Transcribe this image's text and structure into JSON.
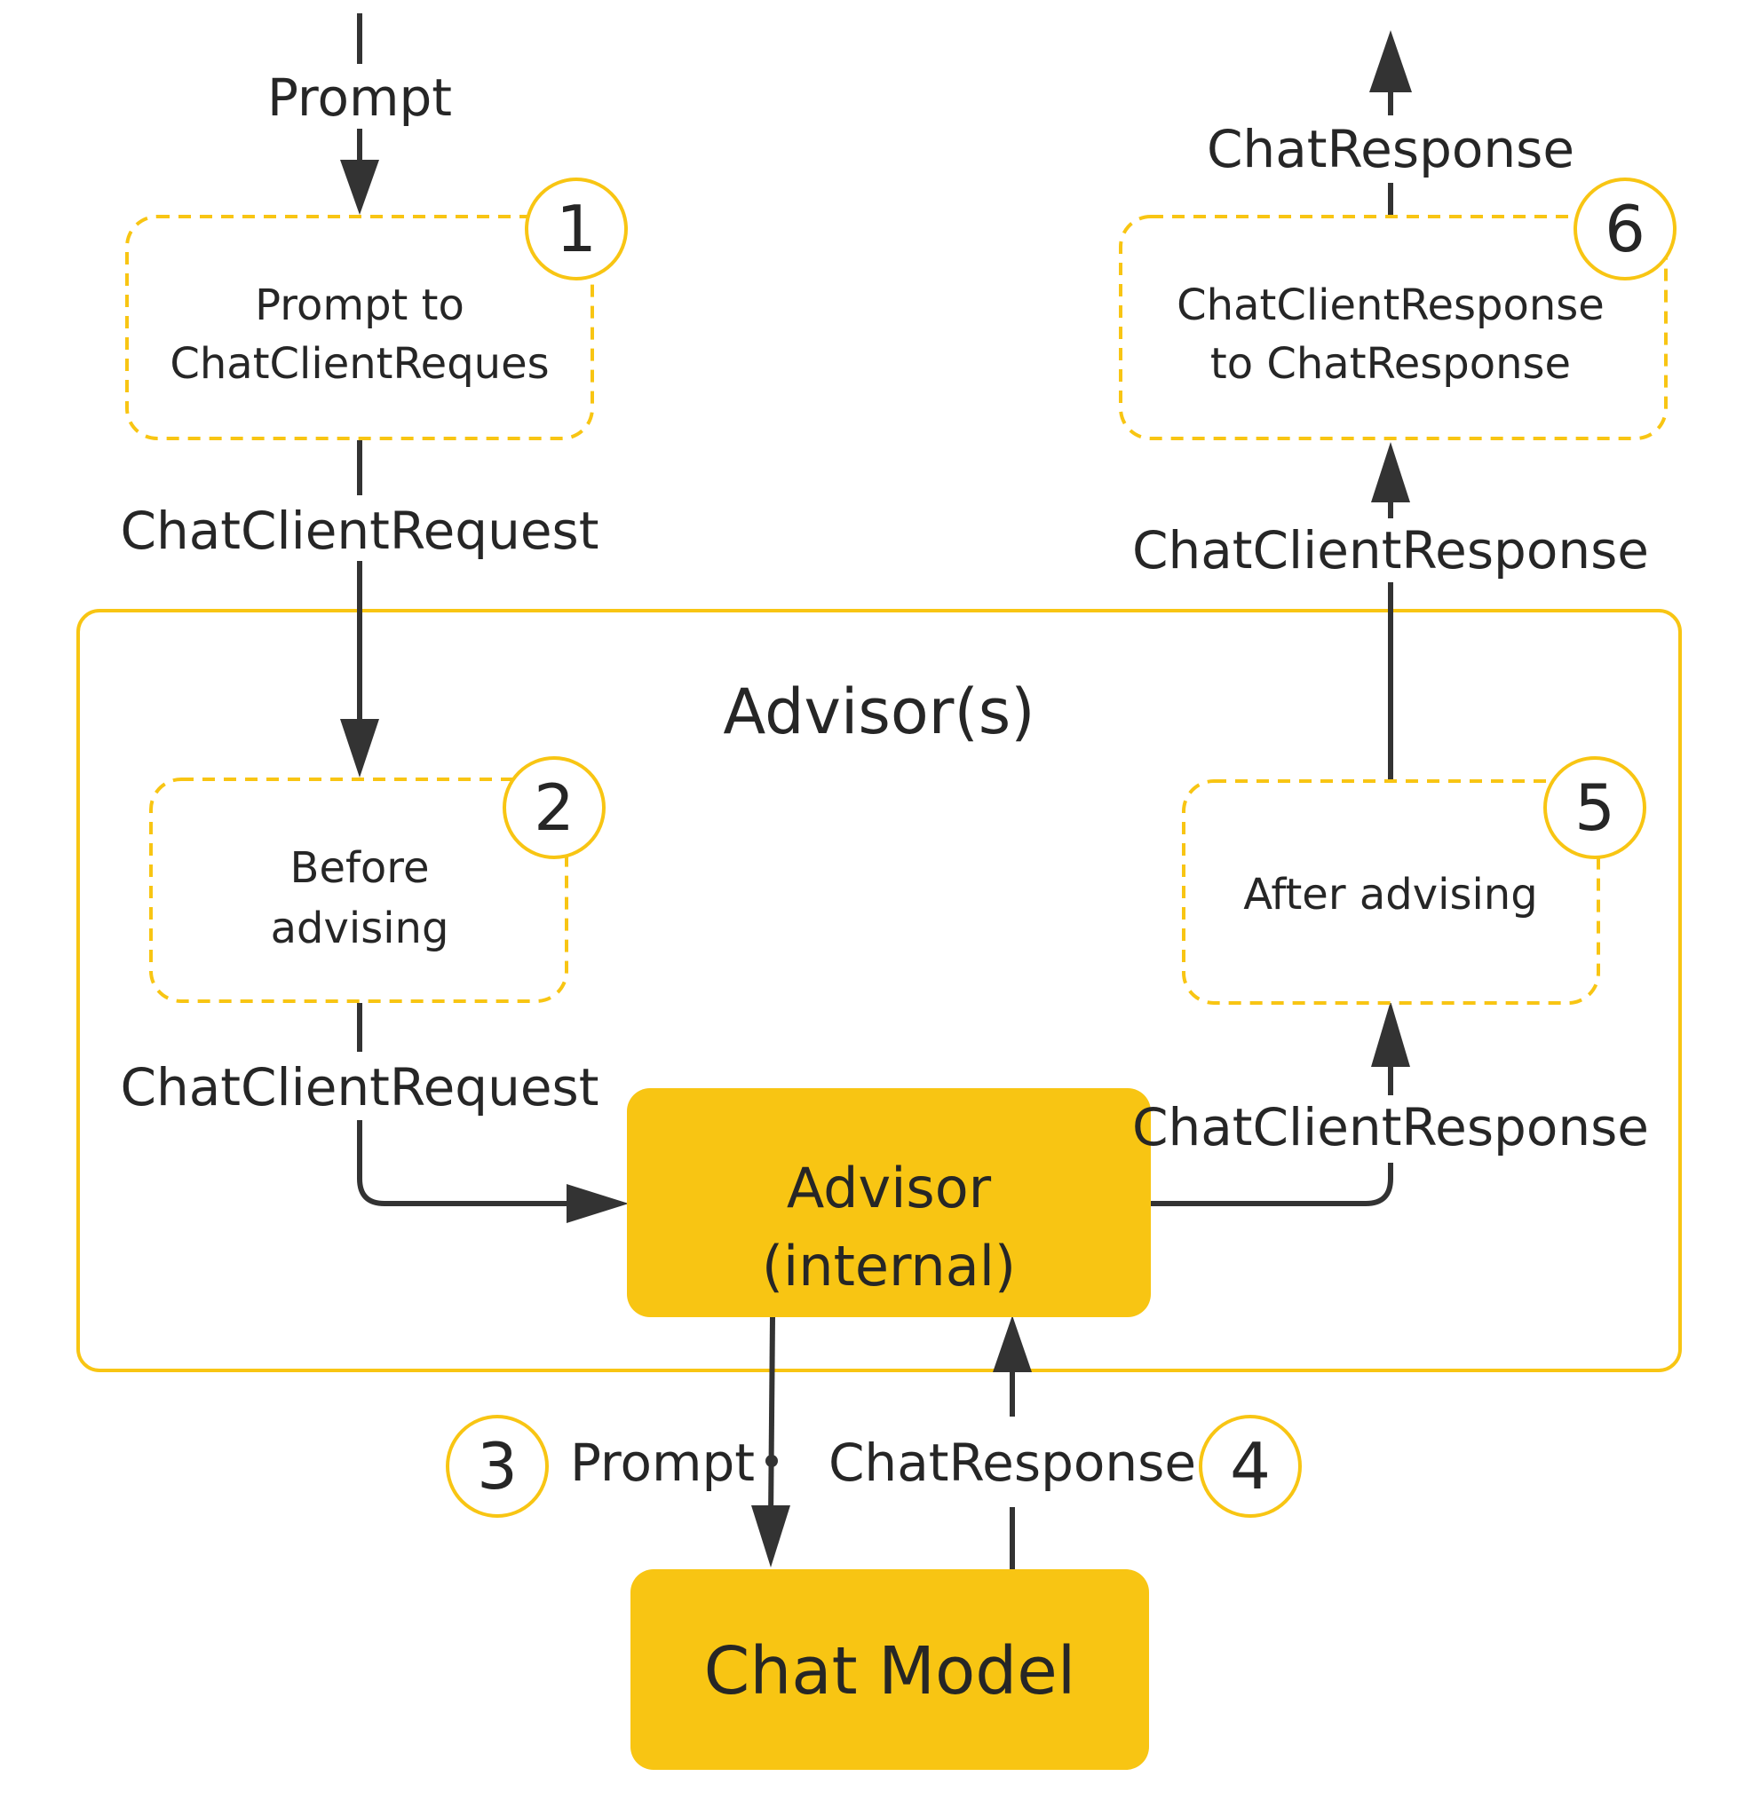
{
  "colors": {
    "accent": "#f8c513",
    "line": "#333333",
    "text": "#262626",
    "background": "#ffffff"
  },
  "container": {
    "title": "Advisor(s)"
  },
  "steps": [
    {
      "number": "1",
      "lines": [
        "Prompt to",
        "ChatClientReques"
      ]
    },
    {
      "number": "2",
      "lines": [
        "Before",
        "advising"
      ]
    },
    {
      "number": "3"
    },
    {
      "number": "4"
    },
    {
      "number": "5",
      "lines": [
        "After advising"
      ]
    },
    {
      "number": "6",
      "lines": [
        "ChatClientResponse",
        "to ChatResponse"
      ]
    }
  ],
  "advisor_internal": {
    "lines": [
      "Advisor",
      "(internal)"
    ]
  },
  "chat_model": {
    "label": "Chat Model"
  },
  "edges": {
    "prompt_in": "Prompt",
    "request_to_before": "ChatClientRequest",
    "request_to_advisor": "ChatClientRequest",
    "prompt_to_model": "Prompt",
    "response_from_model": "ChatResponse",
    "response_to_after": "ChatClientResponse",
    "response_to_step6": "ChatClientResponse",
    "response_out": "ChatResponse"
  }
}
